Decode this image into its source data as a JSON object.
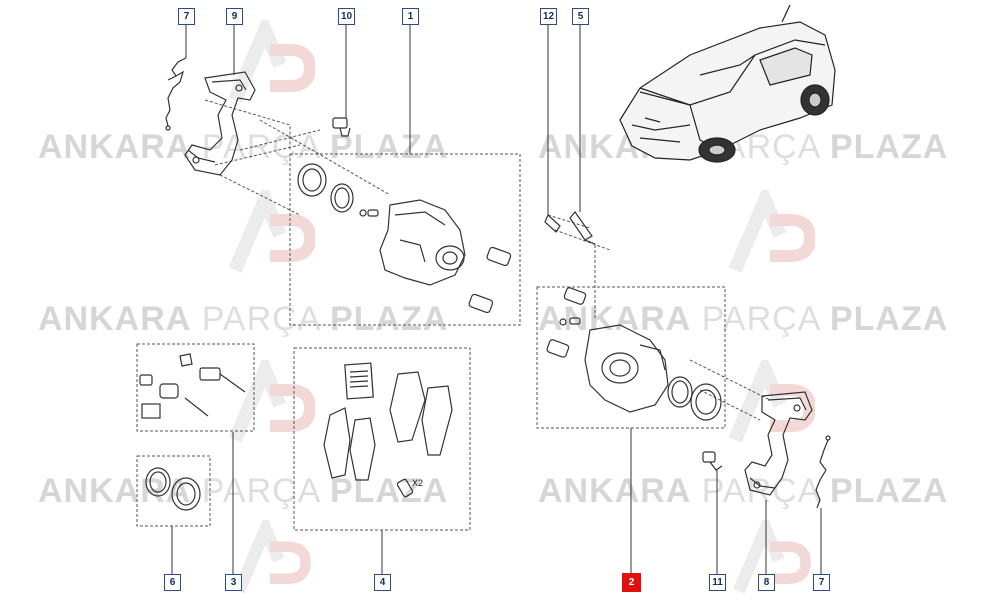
{
  "watermark": {
    "word1": "ANKARA",
    "word2": "PARÇA",
    "word3": "PLAZA"
  },
  "callouts": {
    "c7_left": "7",
    "c9": "9",
    "c10": "10",
    "c1": "1",
    "c12": "12",
    "c5": "5",
    "c6": "6",
    "c3": "3",
    "c4": "4",
    "c2": "2",
    "c11": "11",
    "c8": "8",
    "c7_right": "7"
  },
  "quantity_label": "X2",
  "colors": {
    "callout_border": "#2a4a8a",
    "highlight": "#e01010",
    "line": "#333333",
    "watermark": "#d6d6d6"
  }
}
